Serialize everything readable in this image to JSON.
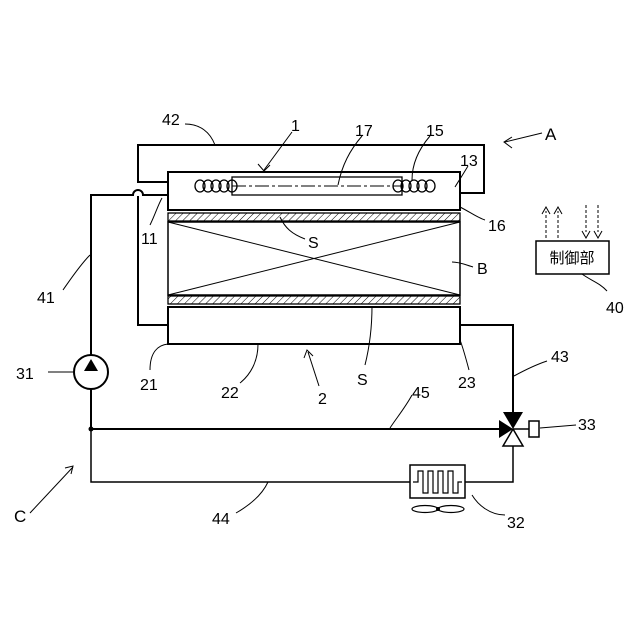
{
  "labels": {
    "n1": "1",
    "n17": "17",
    "n15": "15",
    "n42": "42",
    "n13": "13",
    "nA": "A",
    "n16": "16",
    "n11": "11",
    "nS_top": "S",
    "nB": "B",
    "n41": "41",
    "n31": "31",
    "n21": "21",
    "n22": "22",
    "n2": "2",
    "nS_bottom": "S",
    "n23": "23",
    "n43": "43",
    "n45": "45",
    "n33": "33",
    "nC": "C",
    "n44": "44",
    "n32": "32",
    "n40": "40"
  },
  "control_unit": {
    "label": "制御部"
  },
  "colors": {
    "line": "#000000",
    "background": "#ffffff"
  },
  "icons": [
    "pump-icon",
    "three-way-valve-icon",
    "radiator-icon",
    "fan-icon",
    "heater-coil-icon"
  ]
}
